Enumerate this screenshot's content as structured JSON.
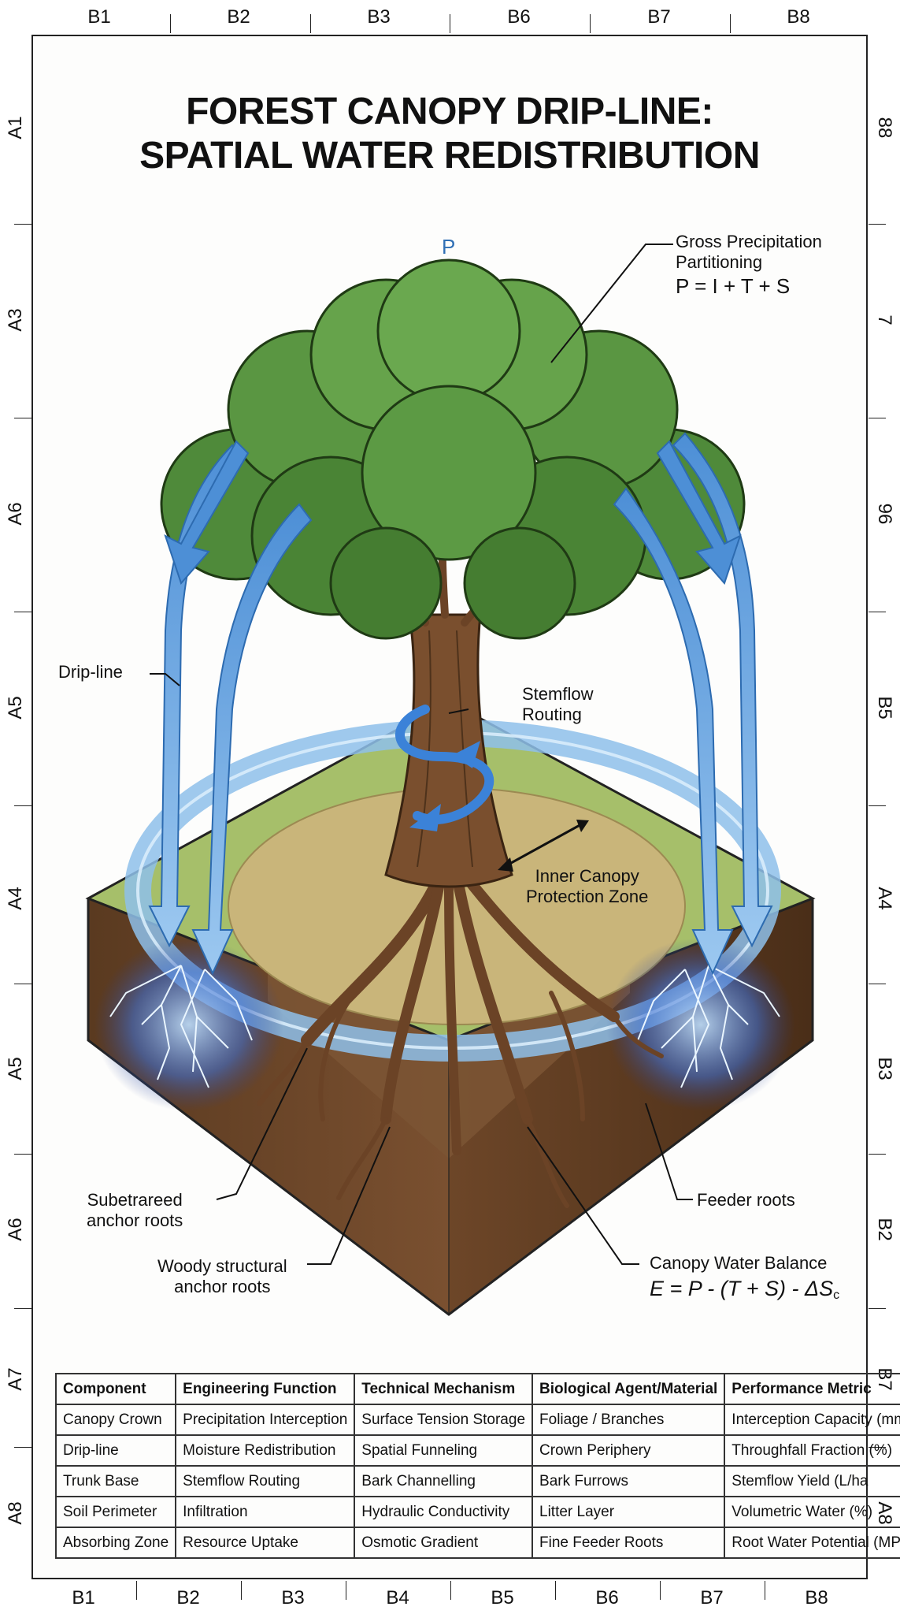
{
  "title": {
    "line1": "FOREST CANOPY DRIP-LINE:",
    "line2": "SPATIAL WATER REDISTRIBUTION"
  },
  "rulers": {
    "top": [
      "B1",
      "B2",
      "B3",
      "B6",
      "B7",
      "B8"
    ],
    "bottom": [
      "B1",
      "B2",
      "B3",
      "B4",
      "B5",
      "B6",
      "B7",
      "B8"
    ],
    "left": [
      "A1",
      "A3",
      "A6",
      "A5",
      "A4",
      "A5",
      "A6",
      "A7",
      "A8"
    ],
    "right": [
      "88",
      "7",
      "96",
      "B5",
      "A4",
      "B3",
      "B2",
      "B7",
      "A8"
    ]
  },
  "diagram": {
    "precip_letter": "P",
    "gross_precip": {
      "line1": "Gross Precipitation",
      "line2": "Partitioning",
      "equation": "P = I + T + S"
    },
    "drip_line": "Drip-line",
    "stemflow": {
      "line1": "Stemflow",
      "line2": "Routing"
    },
    "inner_canopy": {
      "line1": "Inner Canopy",
      "line2": "Protection Zone"
    },
    "subetrareed": {
      "line1": "Subetrareed",
      "line2": "anchor roots"
    },
    "woody": {
      "line1": "Woody structural",
      "line2": "anchor roots"
    },
    "feeder_roots": "Feeder roots",
    "canopy_balance": {
      "label": "Canopy Water Balance",
      "eq_main": "E = P - (T + S) - ΔS",
      "eq_sub": "c"
    },
    "colors": {
      "water": "#6fa8dc",
      "water_dark": "#2d6bb0",
      "foliage": "#4f8a3a",
      "trunk": "#7a4f2e",
      "soil": "#6b4326",
      "grass": "#a6bf6a"
    }
  },
  "table": {
    "headers": [
      "Component",
      "Engineering Function",
      "Technical Mechanism",
      "Biological Agent/Material",
      "Performance Metric"
    ],
    "rows": [
      [
        "Canopy Crown",
        "Precipitation Interception",
        "Surface Tension Storage",
        "Foliage / Branches",
        "Interception Capacity (mm)"
      ],
      [
        "Drip-line",
        "Moisture Redistribution",
        "Spatial Funneling",
        "Crown Periphery",
        "Throughfall Fraction (%)"
      ],
      [
        "Trunk Base",
        "Stemflow Routing",
        "Bark Channelling",
        "Bark Furrows",
        "Stemflow Yield (L/ha"
      ],
      [
        "Soil Perimeter",
        "Infiltration",
        "Hydraulic Conductivity",
        "Litter Layer",
        "Volumetric Water (%)"
      ],
      [
        "Absorbing Zone",
        "Resource Uptake",
        "Osmotic Gradient",
        "Fine Feeder Roots",
        "Root Water Potential (MPa)"
      ]
    ]
  }
}
